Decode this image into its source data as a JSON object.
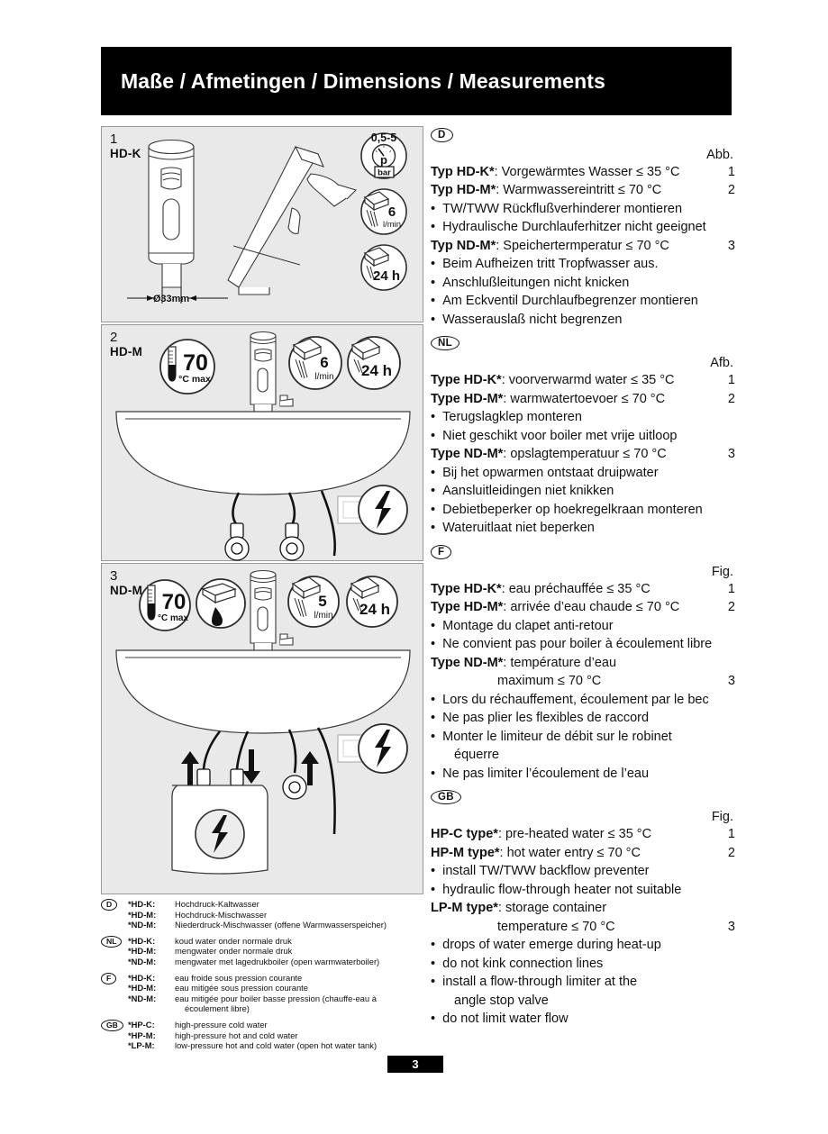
{
  "header": {
    "title": "Maße / Afmetingen / Dimensions / Measurements"
  },
  "panels": [
    {
      "num": "1",
      "type": "HD-K",
      "dimension": "Ø33mm",
      "badges": [
        {
          "icon": "pressure-gauge-icon",
          "top": "0,5-5",
          "symbol": "p",
          "unit": "bar"
        },
        {
          "icon": "shower-flow-icon",
          "value": "6",
          "unit": "l/min"
        },
        {
          "icon": "shower-time-icon",
          "value": "24 h",
          "unit": ""
        }
      ]
    },
    {
      "num": "2",
      "type": "HD-M",
      "badges": [
        {
          "icon": "thermometer-icon",
          "value": "70",
          "unit": "°C max"
        },
        {
          "icon": "shower-flow-icon",
          "value": "6",
          "unit": "l/min"
        },
        {
          "icon": "shower-time-icon",
          "value": "24 h",
          "unit": ""
        },
        {
          "icon": "electricity-icon",
          "value": "",
          "unit": ""
        }
      ]
    },
    {
      "num": "3",
      "type": "ND-M",
      "badges": [
        {
          "icon": "thermometer-icon",
          "value": "70",
          "unit": "°C max"
        },
        {
          "icon": "spout-drip-icon",
          "value": "",
          "unit": ""
        },
        {
          "icon": "shower-flow-icon",
          "value": "5",
          "unit": "l/min"
        },
        {
          "icon": "shower-time-icon",
          "value": "24 h",
          "unit": ""
        },
        {
          "icon": "electricity-icon",
          "value": "",
          "unit": ""
        }
      ]
    }
  ],
  "languages": [
    {
      "code": "D",
      "figword": "Abb.",
      "lines": [
        {
          "kind": "type",
          "bold": "Typ HD-K*",
          "rest": ": Vorgewärmtes Wasser ≤ 35 °C",
          "num": "1"
        },
        {
          "kind": "type",
          "bold": "Typ HD-M*",
          "rest": ": Warmwassereintritt ≤ 70 °C",
          "num": "2"
        },
        {
          "kind": "bullet",
          "text": "TW/TWW Rückflußverhinderer montieren"
        },
        {
          "kind": "bullet",
          "text": "Hydraulische Durchlauferhitzer nicht geeignet"
        },
        {
          "kind": "type",
          "bold": "Typ ND-M*",
          "rest": ": Speichertermperatur ≤ 70 °C",
          "num": "3"
        },
        {
          "kind": "bullet",
          "text": "Beim Aufheizen tritt Tropfwasser aus."
        },
        {
          "kind": "bullet",
          "text": "Anschlußleitungen nicht knicken"
        },
        {
          "kind": "bullet",
          "text": "Am Eckventil Durchlaufbegrenzer montieren"
        },
        {
          "kind": "bullet",
          "text": "Wasserauslaß nicht begrenzen"
        }
      ]
    },
    {
      "code": "NL",
      "figword": "Afb.",
      "lines": [
        {
          "kind": "type",
          "bold": "Type HD-K*",
          "rest": ": voorverwarmd water ≤ 35 °C",
          "num": "1"
        },
        {
          "kind": "type",
          "bold": "Type HD-M*",
          "rest": ": warmwatertoevoer ≤ 70 °C",
          "num": "2"
        },
        {
          "kind": "bullet",
          "text": "Terugslagklep monteren"
        },
        {
          "kind": "bullet",
          "text": "Niet geschikt voor boiler met vrije uitloop"
        },
        {
          "kind": "type",
          "bold": "Type ND-M*",
          "rest": ": opslagtemperatuur ≤ 70 °C",
          "num": "3"
        },
        {
          "kind": "bullet",
          "text": "Bij het opwarmen ontstaat druipwater"
        },
        {
          "kind": "bullet",
          "text": "Aansluitleidingen niet knikken"
        },
        {
          "kind": "bullet",
          "text": "Debietbeperker op hoekregelkraan monteren"
        },
        {
          "kind": "bullet",
          "text": "Wateruitlaat niet beperken"
        }
      ]
    },
    {
      "code": "F",
      "figword": "Fig.",
      "lines": [
        {
          "kind": "type",
          "bold": "Type HD-K*",
          "rest": ": eau préchauffée ≤ 35 °C",
          "num": "1"
        },
        {
          "kind": "type",
          "bold": "Type HD-M*",
          "rest": ": arrivée d’eau chaude ≤ 70 °C",
          "num": "2"
        },
        {
          "kind": "bullet",
          "text": "Montage du clapet anti-retour"
        },
        {
          "kind": "bullet",
          "text": "Ne convient pas pour boiler à écoulement libre"
        },
        {
          "kind": "type",
          "bold": "Type ND-M*",
          "rest": ": température d’eau",
          "num": ""
        },
        {
          "kind": "cont",
          "text": "maximum ≤ 70 °C",
          "num": "3"
        },
        {
          "kind": "bullet",
          "text": "Lors du réchauffement, écoulement par le bec"
        },
        {
          "kind": "bullet",
          "text": "Ne pas plier les flexibles de raccord"
        },
        {
          "kind": "bullet",
          "text": "Monter le limiteur de débit sur le robinet"
        },
        {
          "kind": "plainindent",
          "text": "équerre"
        },
        {
          "kind": "bullet",
          "text": "Ne pas limiter l’écoulement de l’eau"
        }
      ]
    },
    {
      "code": "GB",
      "figword": "Fig.",
      "lines": [
        {
          "kind": "type",
          "bold": "HP-C type*",
          "rest": ": pre-heated water ≤ 35 °C",
          "num": "1"
        },
        {
          "kind": "type",
          "bold": "HP-M type*",
          "rest": ": hot water entry ≤ 70 °C",
          "num": "2"
        },
        {
          "kind": "bullet",
          "text": "install TW/TWW backflow preventer"
        },
        {
          "kind": "bullet",
          "text": "hydraulic flow-through heater not suitable"
        },
        {
          "kind": "type",
          "bold": "LP-M type*",
          "rest": ": storage container",
          "num": ""
        },
        {
          "kind": "cont",
          "text": "temperature ≤ 70 °C",
          "num": "3"
        },
        {
          "kind": "bullet",
          "text": "drops of water emerge during heat-up"
        },
        {
          "kind": "bullet",
          "text": "do not kink connection lines"
        },
        {
          "kind": "bullet",
          "text": "install a flow-through limiter at the"
        },
        {
          "kind": "plainindent",
          "text": "angle stop valve"
        },
        {
          "kind": "bullet",
          "text": "do not limit water flow"
        }
      ]
    }
  ],
  "legend": [
    {
      "code": "D",
      "rows": [
        {
          "key": "*HD-K:",
          "val": "Hochdruck-Kaltwasser",
          "cont": ""
        },
        {
          "key": "*HD-M:",
          "val": "Hochdruck-Mischwasser",
          "cont": ""
        },
        {
          "key": "*ND-M:",
          "val": "Niederdruck-Mischwasser (offene Warmwasserspeicher)",
          "cont": ""
        }
      ]
    },
    {
      "code": "NL",
      "rows": [
        {
          "key": "*HD-K:",
          "val": "koud water onder normale druk",
          "cont": ""
        },
        {
          "key": "*HD-M:",
          "val": "mengwater onder normale druk",
          "cont": ""
        },
        {
          "key": "*ND-M:",
          "val": "mengwater met lagedrukboiler (open warmwaterboiler)",
          "cont": ""
        }
      ]
    },
    {
      "code": "F",
      "rows": [
        {
          "key": "*HD-K:",
          "val": "eau froide sous pression courante",
          "cont": ""
        },
        {
          "key": "*HD-M:",
          "val": "eau mitigée sous pression courante",
          "cont": ""
        },
        {
          "key": "*ND-M:",
          "val": "eau mitigée pour boiler basse pression (chauffe-eau à",
          "cont": "écoulement libre)"
        }
      ]
    },
    {
      "code": "GB",
      "rows": [
        {
          "key": "*HP-C:",
          "val": "high-pressure cold water",
          "cont": ""
        },
        {
          "key": "*HP-M:",
          "val": "high-pressure hot and cold water",
          "cont": ""
        },
        {
          "key": "*LP-M:",
          "val": "low-pressure hot and cold water (open hot water tank)",
          "cont": ""
        }
      ]
    }
  ],
  "page_number": "3",
  "colors": {
    "header_bg": "#000000",
    "header_text": "#ffffff",
    "panel_bg": "#e9e9e9",
    "panel_border": "#9a9a9a",
    "ink": "#111111"
  }
}
